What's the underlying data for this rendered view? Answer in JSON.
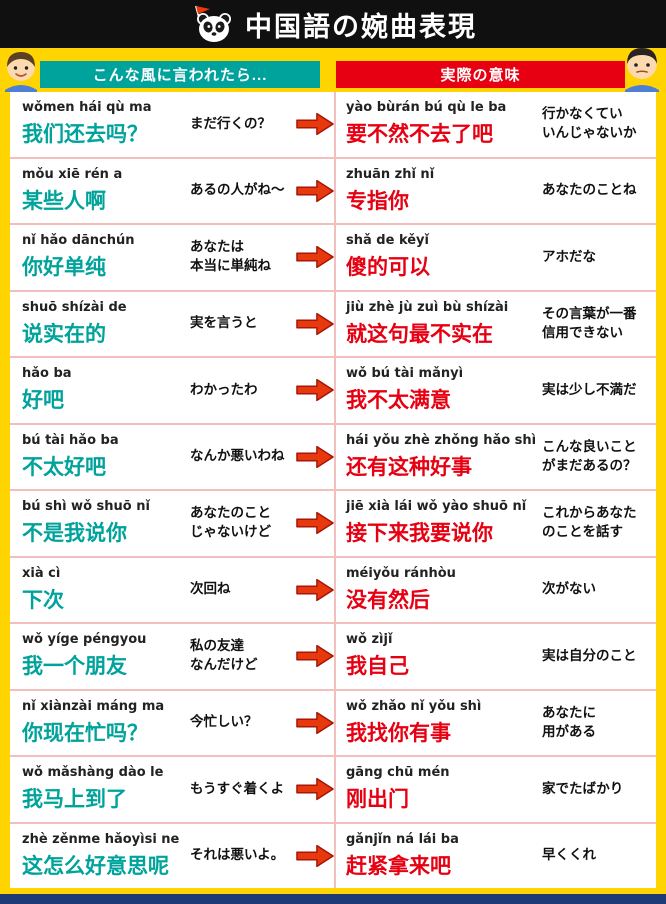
{
  "header": {
    "title": "中国語の婉曲表現",
    "icon": "panda-with-flag"
  },
  "columns": {
    "left_label": "こんな風に言われたら...",
    "right_label": "実際の意味",
    "left_icon": "smiling-man-face",
    "right_icon": "annoyed-man-face"
  },
  "arrow_icon": "red-right-arrow",
  "colors": {
    "background_yellow": "#FFD400",
    "header_black": "#101010",
    "teal": "#00A39B",
    "red": "#E60012",
    "arrow_red": "#E8380D",
    "separator_pink": "#F3BFBC",
    "panel_white": "#FFFFFF",
    "footer_navy": "#1D3C77"
  },
  "rows": [
    {
      "left_pinyin": "wǒmen hái qù ma",
      "left_cn": "我们还去吗？",
      "left_jp": "まだ行くの？",
      "right_pinyin": "yào bùrán bú qù le ba",
      "right_cn": "要不然不去了吧",
      "right_jp": "行かなくてい\nいんじゃないか"
    },
    {
      "left_pinyin": "mǒu xiē rén a",
      "left_cn": "某些人啊",
      "left_jp": "あるの人がね～",
      "right_pinyin": "zhuān zhǐ nǐ",
      "right_cn": "专指你",
      "right_jp": "あなたのことね"
    },
    {
      "left_pinyin": "nǐ hǎo dānchún",
      "left_cn": "你好单纯",
      "left_jp": "あなたは\n本当に単純ね",
      "right_pinyin": "shǎ de kěyǐ",
      "right_cn": "傻的可以",
      "right_jp": "アホだな"
    },
    {
      "left_pinyin": "shuō shízài de",
      "left_cn": "说实在的",
      "left_jp": "実を言うと",
      "right_pinyin": "jiù zhè jù zuì bù shízài",
      "right_cn": "就这句最不实在",
      "right_jp": "その言葉が一番\n信用できない"
    },
    {
      "left_pinyin": "hǎo ba",
      "left_cn": "好吧",
      "left_jp": "わかったわ",
      "right_pinyin": "wǒ bú tài mǎnyì",
      "right_cn": "我不太满意",
      "right_jp": "実は少し不満だ"
    },
    {
      "left_pinyin": "bú tài hǎo ba",
      "left_cn": "不太好吧",
      "left_jp": "なんか悪いわね",
      "right_pinyin": "hái yǒu zhè zhǒng hǎo shì",
      "right_cn": "还有这种好事",
      "right_jp": "こんな良いこと\nがまだあるの？"
    },
    {
      "left_pinyin": "bú shì wǒ shuō nǐ",
      "left_cn": "不是我说你",
      "left_jp": "あなたのこと\nじゃないけど",
      "right_pinyin": "jiē xià lái wǒ yào shuō nǐ",
      "right_cn": "接下来我要说你",
      "right_jp": "これからあなた\nのことを話す"
    },
    {
      "left_pinyin": "xià cì",
      "left_cn": "下次",
      "left_jp": "次回ね",
      "right_pinyin": "méiyǒu ránhòu",
      "right_cn": "没有然后",
      "right_jp": "次がない"
    },
    {
      "left_pinyin": "wǒ yíge péngyou",
      "left_cn": "我一个朋友",
      "left_jp": "私の友達\nなんだけど",
      "right_pinyin": "wǒ zìjǐ",
      "right_cn": "我自己",
      "right_jp": "実は自分のこと"
    },
    {
      "left_pinyin": "nǐ xiànzài máng ma",
      "left_cn": "你现在忙吗？",
      "left_jp": "今忙しい？",
      "right_pinyin": "wǒ zhǎo nǐ yǒu shì",
      "right_cn": "我找你有事",
      "right_jp": "あなたに\n用がある"
    },
    {
      "left_pinyin": "wǒ mǎshàng dào le",
      "left_cn": "我马上到了",
      "left_jp": "もうすぐ着くよ",
      "right_pinyin": "gāng chū mén",
      "right_cn": "刚出门",
      "right_jp": "家でたばかり"
    },
    {
      "left_pinyin": "zhè zěnme hǎoyìsi ne",
      "left_cn": "这怎么好意思呢",
      "left_jp": "それは悪いよ。",
      "right_pinyin": "gǎnjǐn ná lái ba",
      "right_cn": "赶紧拿来吧",
      "right_jp": "早くくれ"
    }
  ]
}
